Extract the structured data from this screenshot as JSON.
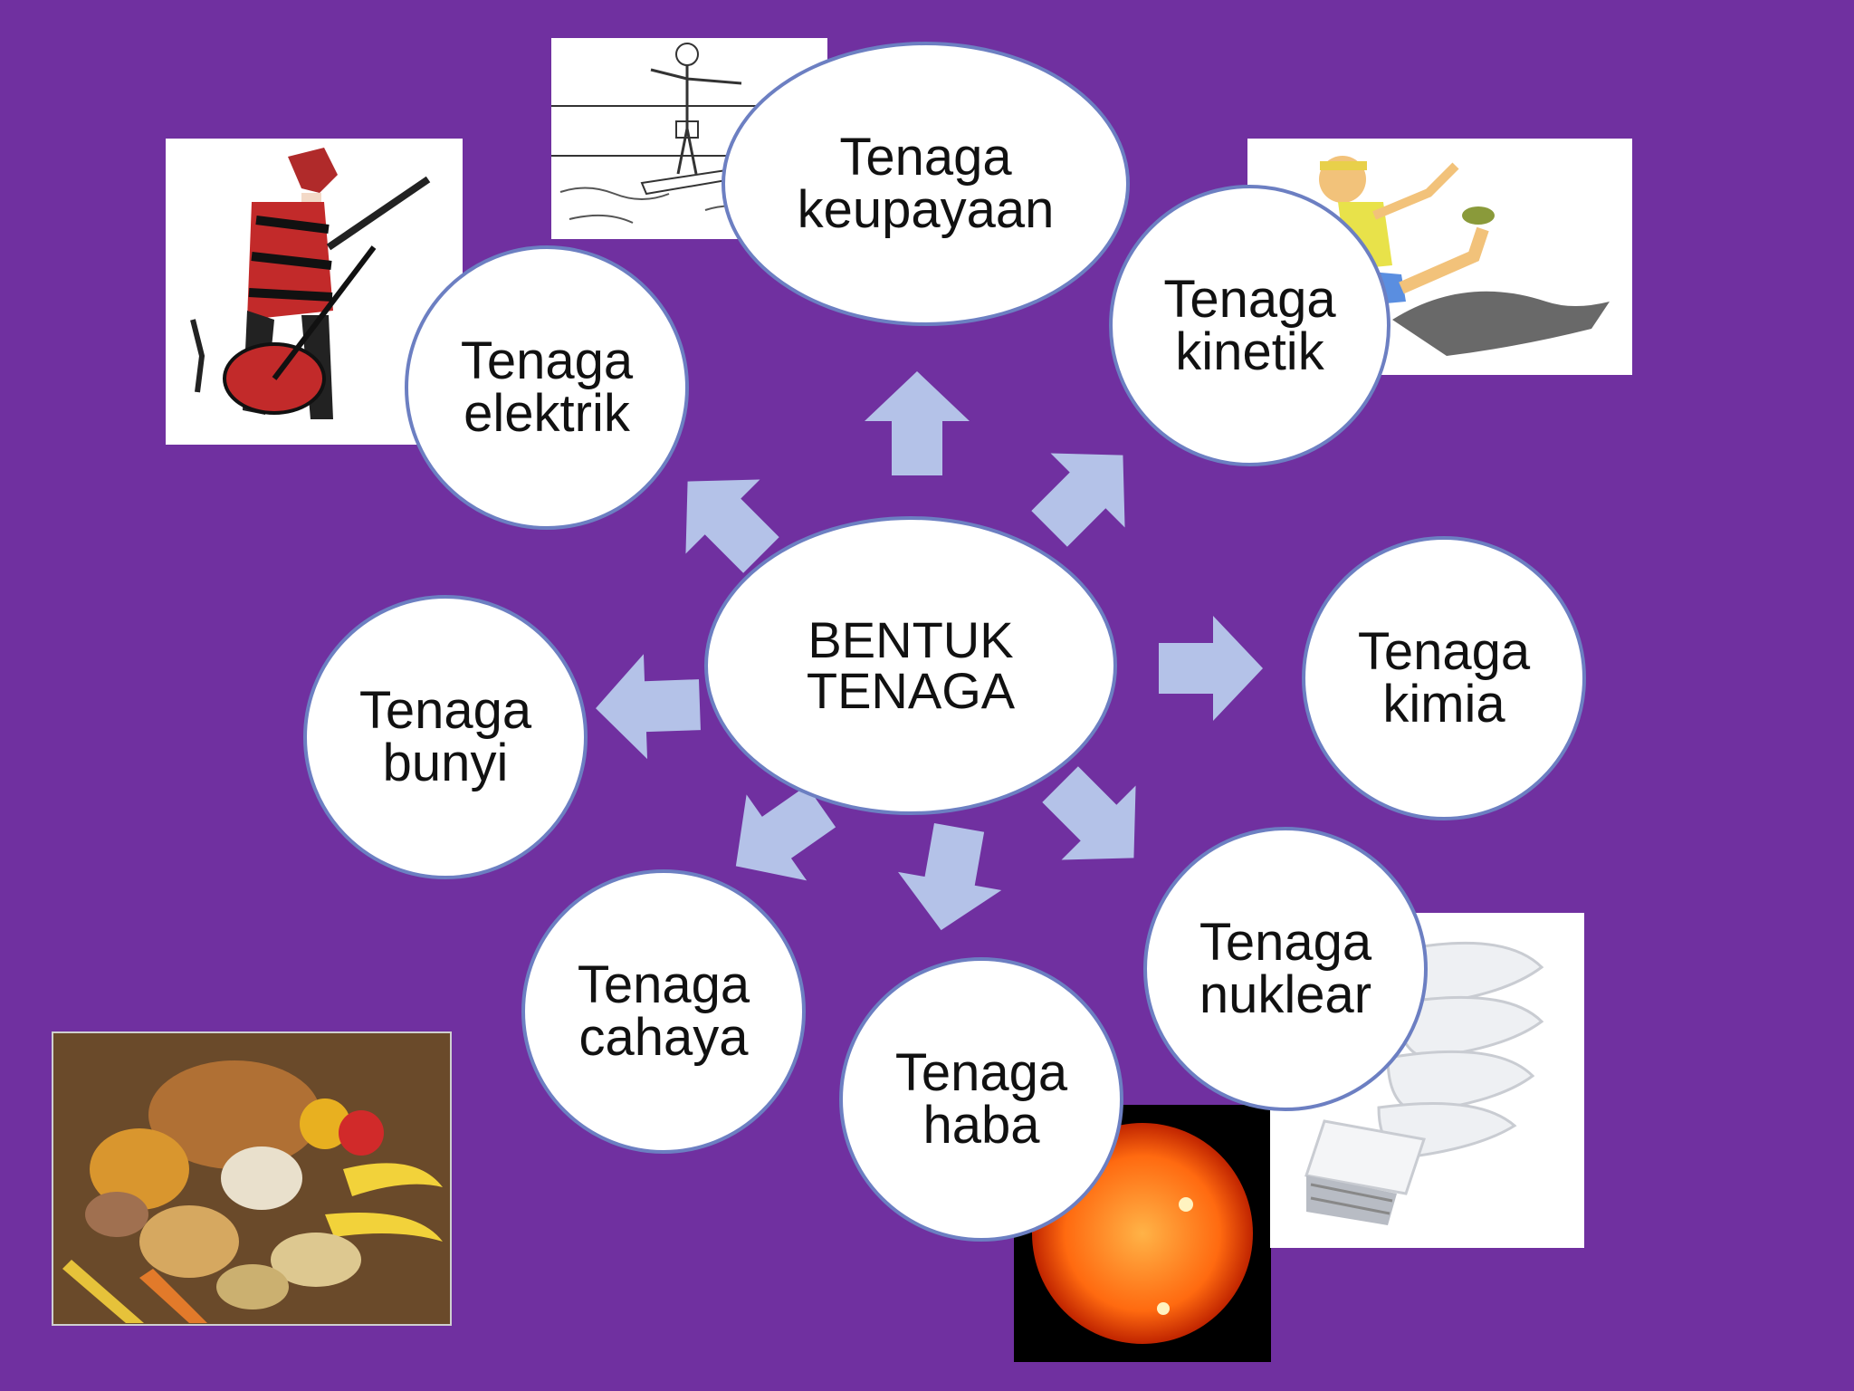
{
  "diagram": {
    "center": {
      "line1": "BENTUK",
      "line2": "TENAGA"
    },
    "nodes": [
      {
        "id": "keupayaan",
        "line1": "Tenaga",
        "line2": "keupayaan"
      },
      {
        "id": "kinetik",
        "line1": "Tenaga",
        "line2": "kinetik"
      },
      {
        "id": "kimia",
        "line1": "Tenaga",
        "line2": "kimia"
      },
      {
        "id": "nuklear",
        "line1": "Tenaga",
        "line2": "nuklear"
      },
      {
        "id": "haba",
        "line1": "Tenaga",
        "line2": "haba"
      },
      {
        "id": "cahaya",
        "line1": "Tenaga",
        "line2": "cahaya"
      },
      {
        "id": "bunyi",
        "line1": "Tenaga",
        "line2": "bunyi"
      },
      {
        "id": "elektrik",
        "line1": "Tenaga",
        "line2": "elektrik"
      }
    ]
  },
  "colors": {
    "background": "#7030a0",
    "node_fill": "#ffffff",
    "node_border": "#6c7fc2",
    "arrow": "#b4c2e8",
    "text": "#111111"
  },
  "illustrations": [
    "guitarist-illustration",
    "diver-illustration",
    "runner-illustration",
    "food-photo",
    "sun-photo",
    "energy-saving-bulb-photo"
  ]
}
